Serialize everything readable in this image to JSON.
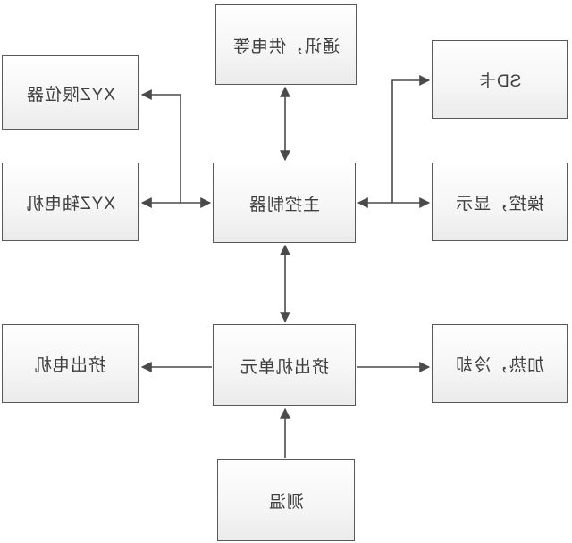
{
  "diagram": {
    "type": "flowchart",
    "text_mirrored": true,
    "nodes": {
      "comm": {
        "label": "通讯，供电等"
      },
      "xyz_limit": {
        "label": "XYZ限位器"
      },
      "xyz_motor": {
        "label": "XYZ轴电机"
      },
      "main_controller": {
        "label": "主控制器"
      },
      "sd_card": {
        "label": "SD卡"
      },
      "control_display": {
        "label": "操控，显示"
      },
      "extruder_unit": {
        "label": "挤出机单元"
      },
      "extrude_motor": {
        "label": "挤出电机"
      },
      "heat_cool": {
        "label": "加热，冷却"
      },
      "temp_sense": {
        "label": "测温"
      }
    },
    "edges": [
      {
        "from": "main_controller",
        "to": "comm",
        "arrows": "both"
      },
      {
        "from": "main_controller",
        "to": "xyz_motor",
        "arrows": "both"
      },
      {
        "from": "main_controller",
        "to": "xyz_limit",
        "arrows": "end",
        "via": "branch off controller–motor line"
      },
      {
        "from": "main_controller",
        "to": "control_display",
        "arrows": "both"
      },
      {
        "from": "main_controller",
        "to": "sd_card",
        "arrows": "end",
        "via": "branch off controller–display line"
      },
      {
        "from": "main_controller",
        "to": "extruder_unit",
        "arrows": "both"
      },
      {
        "from": "extruder_unit",
        "to": "extrude_motor",
        "arrows": "end"
      },
      {
        "from": "extruder_unit",
        "to": "heat_cool",
        "arrows": "end"
      },
      {
        "from": "temp_sense",
        "to": "extruder_unit",
        "arrows": "end"
      }
    ],
    "colors": {
      "background": "#ffffff",
      "box_border": "#595959",
      "box_fill_top": "#fefefe",
      "box_fill_bottom": "#ebebeb",
      "arrow": "#4a4a4a",
      "text": "#3f3f3f"
    }
  }
}
